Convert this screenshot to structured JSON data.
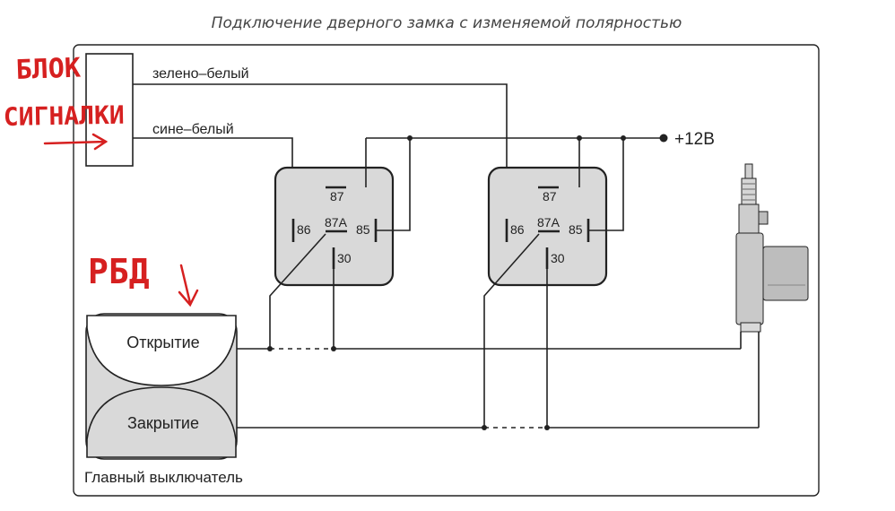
{
  "diagram": {
    "title": "Подключение дверного замка с изменяемой полярностью",
    "footer_label": "Главный выключатель",
    "wires": {
      "green_white": "зелено–белый",
      "blue_white": "сине–белый",
      "power": "+12В"
    },
    "relays": [
      {
        "pin87": "87",
        "pin87a": "87A",
        "pin86": "86",
        "pin85": "85",
        "pin30": "30"
      },
      {
        "pin87": "87",
        "pin87a": "87A",
        "pin86": "86",
        "pin85": "85",
        "pin30": "30"
      }
    ],
    "switch": {
      "open_label": "Открытие",
      "close_label": "Закрытие"
    },
    "handwritten": {
      "alarm_line1": "БЛОК",
      "alarm_line2": "СИГНАЛКИ",
      "rbd": "РБД"
    },
    "colors": {
      "handwriting": "#d62020",
      "relay_fill": "#d9d9d9",
      "line": "#222222"
    }
  }
}
